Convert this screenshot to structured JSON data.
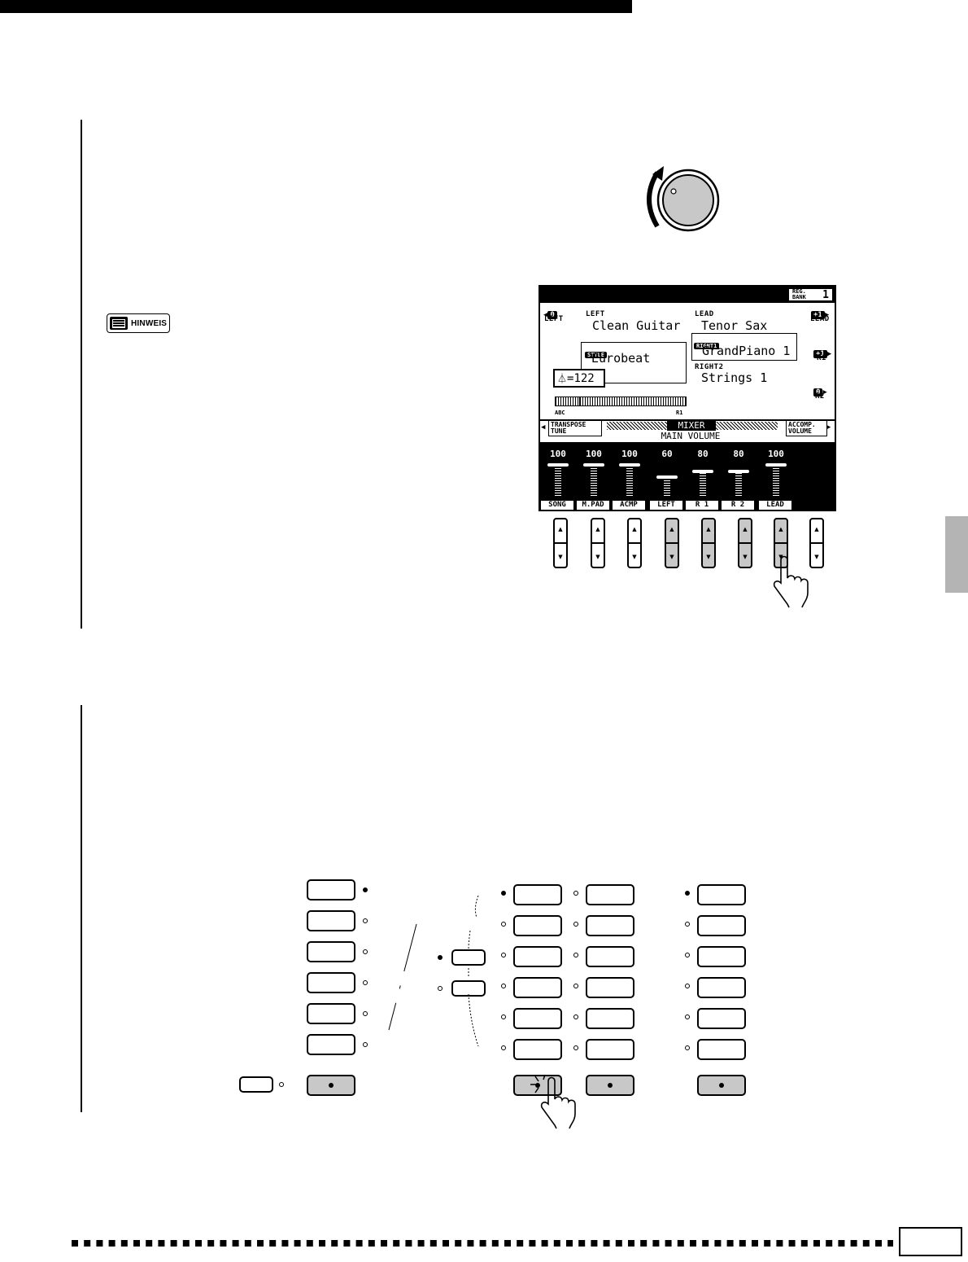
{
  "page": {
    "note_badge": "HINWEIS",
    "page_number": ""
  },
  "lcd": {
    "reg_bank_label": "REG. BANK",
    "reg_bank_number": "1",
    "left_octave": "0",
    "left_side_label": "LEFT",
    "lead_octave": "+1",
    "lead_side_label": "LEAD",
    "r1_octave": "+1",
    "r1_side_label": "R1",
    "r2_octave": "0",
    "r2_side_label": "R2",
    "left_part_label": "LEFT",
    "left_voice": "Clean Guitar",
    "lead_part_label": "LEAD",
    "lead_voice": "Tenor Sax",
    "style_tag": "STYLE",
    "style_name": "Eurobeat",
    "right1_tag": "RIGHT1",
    "right1_voice": "GrandPiano 1",
    "right2_part_label": "RIGHT2",
    "right2_voice": "Strings 1",
    "tempo": "=122",
    "kb_label_abc": "ABC",
    "kb_label_r1": "R1",
    "transpose_menu": "TRANSPOSE TUNE",
    "mixer_title": "MIXER",
    "mixer_subtitle": "MAIN VOLUME",
    "accomp_menu": "ACCOMP. VOLUME",
    "channels": [
      {
        "label": "SONG",
        "value": "100",
        "level": 100
      },
      {
        "label": "M.PAD",
        "value": "100",
        "level": 100
      },
      {
        "label": "ACMP",
        "value": "100",
        "level": 100
      },
      {
        "label": "LEFT",
        "value": "60",
        "level": 60
      },
      {
        "label": "R 1",
        "value": "80",
        "level": 80
      },
      {
        "label": "R 2",
        "value": "80",
        "level": 80
      },
      {
        "label": "LEAD",
        "value": "100",
        "level": 100
      }
    ]
  },
  "updown_buttons": [
    {
      "highlighted": false
    },
    {
      "highlighted": false
    },
    {
      "highlighted": false
    },
    {
      "highlighted": true
    },
    {
      "highlighted": true
    },
    {
      "highlighted": true
    },
    {
      "highlighted": true
    },
    {
      "highlighted": false
    }
  ],
  "panel": {
    "col_a_leds": [
      true,
      false,
      false,
      false,
      false,
      false
    ],
    "col_mid_leds": [
      true,
      false
    ],
    "col_b_leds": [
      true,
      false,
      false,
      false,
      false,
      false
    ],
    "col_c_leds": [
      false,
      false,
      false,
      false,
      false,
      false
    ],
    "col_d_leds": [
      true,
      false,
      false,
      false,
      false,
      false
    ]
  },
  "colors": {
    "highlight_gray": "#c8c8c8",
    "tab_gray": "#b4b4b4"
  },
  "icons": {
    "dial": "data-dial-icon",
    "hand": "pointing-hand-icon",
    "note": "note-icon",
    "metronome": "metronome-icon"
  }
}
